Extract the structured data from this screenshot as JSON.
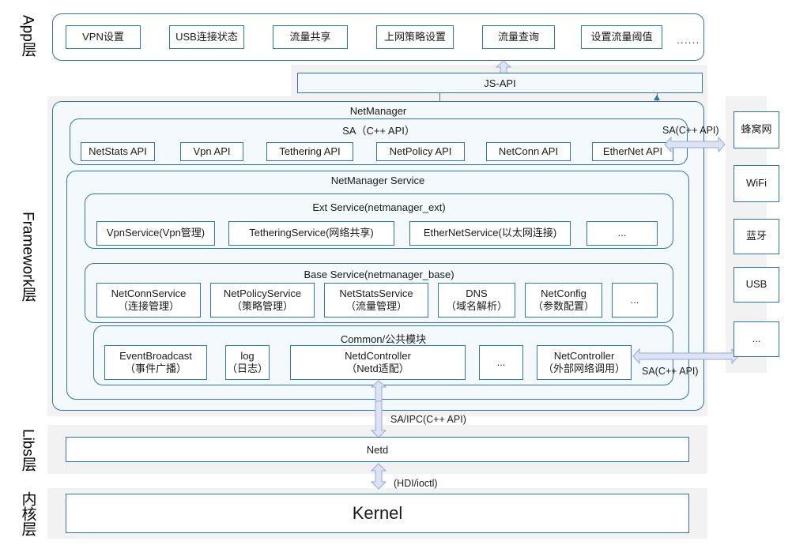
{
  "layers": [
    {
      "id": "app",
      "label": "App层"
    },
    {
      "id": "framework",
      "label": "Framework层"
    },
    {
      "id": "libs",
      "label": "Libs层"
    },
    {
      "id": "kernel",
      "label": "内核层"
    }
  ],
  "app_layer": {
    "apps": [
      {
        "label": "VPN设置"
      },
      {
        "label": "USB连接状态"
      },
      {
        "label": "流量共享"
      },
      {
        "label": "上网策略设置"
      },
      {
        "label": "流量查询"
      },
      {
        "label": "设置流量阈值"
      }
    ],
    "more": "......"
  },
  "js_api": {
    "label": "JS-API"
  },
  "framework": {
    "netmanager_title": "NetManager",
    "sa": {
      "title": "SA（C++ API）",
      "apis": [
        {
          "label": "NetStats API"
        },
        {
          "label": "Vpn API"
        },
        {
          "label": "Tethering API"
        },
        {
          "label": "NetPolicy API"
        },
        {
          "label": "NetConn API"
        },
        {
          "label": "EtherNet API"
        }
      ]
    },
    "service": {
      "title": "NetManager Service",
      "ext": {
        "title": "Ext Service(netmanager_ext)",
        "items": [
          {
            "label": "VpnService(Vpn管理)"
          },
          {
            "label": "TetheringService(网络共享)"
          },
          {
            "label": "EtherNetService(以太网连接)"
          },
          {
            "label": "..."
          }
        ]
      },
      "base": {
        "title": "Base Service(netmanager_base)",
        "items": [
          {
            "label": "NetConnService",
            "sub": "（连接管理）"
          },
          {
            "label": "NetPolicyService",
            "sub": "（策略管理）"
          },
          {
            "label": "NetStatsService",
            "sub": "（流量管理）"
          },
          {
            "label": "DNS",
            "sub": "（域名解析）"
          },
          {
            "label": "NetConfig",
            "sub": "（参数配置）"
          },
          {
            "label": "...",
            "sub": ""
          }
        ]
      },
      "common": {
        "title": "Common/公共模块",
        "items": [
          {
            "label": "EventBroadcast",
            "sub": "（事件广播）"
          },
          {
            "label": "log",
            "sub": "（日志）"
          },
          {
            "label": "NetdController",
            "sub": "（Netd适配）"
          },
          {
            "label": "...",
            "sub": ""
          },
          {
            "label": "NetController",
            "sub": "（外部网络调用）"
          }
        ]
      }
    }
  },
  "devices": [
    {
      "label": "蜂窝网"
    },
    {
      "label": "WiFi"
    },
    {
      "label": "蓝牙"
    },
    {
      "label": "USB"
    },
    {
      "label": "..."
    }
  ],
  "connectors": {
    "sa_cpp_api_top": "SA(C++ API)",
    "sa_cpp_api_bottom": "SA(C++ API)",
    "sa_ipc": "SA/IPC(C++ API)",
    "hdi_ioctl": "(HDI/ioctl)"
  },
  "libs": {
    "netd_label": "Netd"
  },
  "kernel": {
    "label": "Kernel"
  },
  "colors": {
    "border_blue": "#2e75b6",
    "panel_fill": "#f4f9fd",
    "layer_band": "#f2f2f2",
    "block_arrow_fill": "#dce3f5",
    "block_arrow_stroke": "#9aa9d6"
  }
}
